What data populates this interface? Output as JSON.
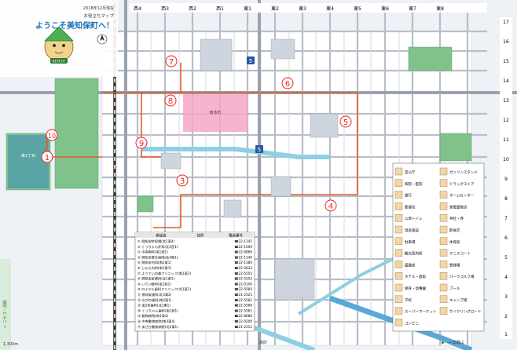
{
  "header": {
    "date_label": "2018年12月現在",
    "subtitle": "お役立ちマップ",
    "title": "ようこそ美知保町へ！",
    "mascot_badge": "KEYCH!"
  },
  "grid": {
    "columns": [
      "西4",
      "西3",
      "西2",
      "西1",
      "東1",
      "東2",
      "東3",
      "東4",
      "東5",
      "東6",
      "東7",
      "東8"
    ],
    "rows": [
      "17",
      "16",
      "15",
      "14",
      "13",
      "12",
      "11",
      "10",
      "9",
      "8",
      "7",
      "6",
      "5",
      "4",
      "3",
      "2",
      "1"
    ]
  },
  "scale": {
    "label": "1,300m"
  },
  "markers": [
    {
      "id": "m1",
      "label": "1"
    },
    {
      "id": "m2",
      "label": "2"
    },
    {
      "id": "m3",
      "label": "3"
    },
    {
      "id": "m4",
      "label": "4"
    },
    {
      "id": "m5",
      "label": "5"
    },
    {
      "id": "m6",
      "label": "6"
    },
    {
      "id": "m7",
      "label": "7"
    },
    {
      "id": "m8",
      "label": "8"
    },
    {
      "id": "m9",
      "label": "9"
    },
    {
      "id": "m10",
      "label": "10"
    }
  ],
  "route_signs": [
    {
      "id": "r1",
      "label": "5"
    },
    {
      "id": "r2",
      "label": "5"
    }
  ],
  "map_labels": {
    "west_block": "東1丁目",
    "pink_area": "南本町",
    "bottom_road": "高砂"
  },
  "bottom_bar": {
    "left": "← ニセコ・函館",
    "right": "→ 羊蹄山",
    "right_prefix": "▶"
  },
  "legend_table": {
    "headers": [
      "施設名",
      "住所",
      "電話番号"
    ],
    "rows": [
      {
        "name": "① 倶知安町役場(北1東4)",
        "tel": "☎22-1141"
      },
      {
        "name": "② くっちゃん外科(北2西1)",
        "tel": "☎22-1000"
      },
      {
        "name": "③ 中央眼科(南1西1)",
        "tel": "☎22-6866"
      },
      {
        "name": "④ 倶知安厚生病院(北4東1)",
        "tel": "☎22-1146"
      },
      {
        "name": "⑤ 倶知安内科(南2東1)",
        "tel": "☎22-1386"
      },
      {
        "name": "⑥ しもだ内科(南1東1)",
        "tel": "☎22-5633"
      },
      {
        "name": "⑦ ようていの森クリニック(南1東3)",
        "tel": "☎22-5555"
      },
      {
        "name": "⑧ 倶知安皮膚科(北1東1)",
        "tel": "☎22-5555"
      },
      {
        "name": "⑨ いでい眼科(南1西1)",
        "tel": "☎22-0100"
      },
      {
        "name": "⑩ ロイヤル歯科クリニック(北1東1)",
        "tel": "☎22-5585"
      },
      {
        "name": "⑪ 倶知安歯科(北3東2)",
        "tel": "☎21-2525"
      },
      {
        "name": "⑫ ながの歯科(南3東1)",
        "tel": "☎22-5582"
      },
      {
        "name": "⑬ 南2条歯科(北1東1)",
        "tel": "☎22-5566"
      },
      {
        "name": "⑭ くっちゃん歯科(南1西1)",
        "tel": "☎22-5561"
      },
      {
        "name": "⑮ 動物病院(南1東4)",
        "tel": "☎22-8080"
      },
      {
        "name": "⑯ 中央動物病院(南3東4)",
        "tel": "☎22-0200"
      },
      {
        "name": "⑰ あさひ動物病院(北4東1)",
        "tel": "☎21-2211"
      }
    ]
  },
  "facility_legend": {
    "items": [
      {
        "label": "官公庁"
      },
      {
        "label": "病院・医院"
      },
      {
        "label": "銀行"
      },
      {
        "label": "郵便局"
      },
      {
        "label": "公衆トイレ"
      },
      {
        "label": "温泉施設"
      },
      {
        "label": "駐車場"
      },
      {
        "label": "観光案内所"
      },
      {
        "label": "図書館"
      },
      {
        "label": "ホテル・旅館"
      },
      {
        "label": "保育・幼稚園"
      },
      {
        "label": "学校"
      },
      {
        "label": "スーパーマーケット"
      },
      {
        "label": "コンビニ"
      },
      {
        "label": "ガソリンスタンド"
      },
      {
        "label": "ドラッグストア"
      },
      {
        "label": "ホームセンター"
      },
      {
        "label": "家電量販店"
      },
      {
        "label": "神社・寺"
      },
      {
        "label": "飲食店"
      },
      {
        "label": "体育館"
      },
      {
        "label": "テニスコート"
      },
      {
        "label": "野球場"
      },
      {
        "label": "パークゴルフ場"
      },
      {
        "label": "プール"
      },
      {
        "label": "キャンプ場"
      },
      {
        "label": "サイクリングロード"
      }
    ]
  },
  "colors": {
    "route": "#e85a2a",
    "river": "#8ecfe3",
    "park": "#7fc28a",
    "pink_area": "#f4a7c5",
    "title_blue": "#1e6fba",
    "rail": "#333333"
  }
}
